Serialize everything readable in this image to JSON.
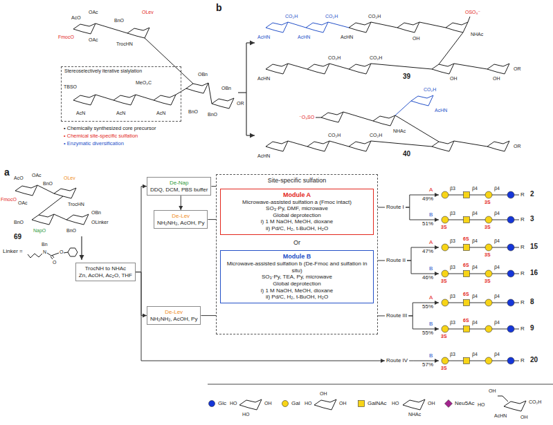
{
  "diagram": {
    "nodes": [
      {
        "text": [
          "Stereoselectively iterative sialylation"
        ]
      },
      {
        "text": [
          "TrocNH to NHAc",
          "Zn, AcOH, Ac₂O, THF"
        ]
      },
      {
        "text": [
          "De-Nap",
          "DDQ, DCM, PBS buffer"
        ]
      },
      {
        "text": [
          "De-Lev",
          "NH₂NH₂, AcOH, Py"
        ]
      },
      {
        "text": [
          "De-Lev",
          "NH₂NH₂, AcOH, Py"
        ]
      },
      {
        "text": [
          "Site-specific sulfation",
          "Or"
        ]
      },
      {
        "text": [
          "Module A",
          "Microwave-assisted sulfation a (Fmoc intact)",
          "SO₃·Py, DMF, microwave",
          "Global deprotection",
          "i) 1 M NaOH, MeOH, dioxane",
          "ii) Pd/C, H₂, t-BuOH, H₂O"
        ],
        "in": 5
      },
      {
        "text": [
          "Module B",
          "Microwave-assisted sulfation b (De-Fmoc and sulfation in situ)",
          "SO₃·Py, TEA, Py, microwave",
          "Global deprotection",
          "i) 1 M NaOH, MeOH, dioxane",
          "ii) Pd/C, H₂, t-BuOH, H₂O"
        ],
        "in": 5
      },
      {
        "text": [
          "Route I"
        ]
      },
      {
        "text": [
          "Route II"
        ]
      },
      {
        "text": [
          "Route III"
        ]
      },
      {
        "text": [
          "Route IV"
        ]
      },
      {
        "text": [
          "β3",
          "β4",
          "β4",
          "R",
          "3S",
          "2"
        ]
      },
      {
        "text": [
          "β3",
          "β4",
          "β4",
          "R",
          "3S",
          "3S",
          "3"
        ]
      },
      {
        "text": [
          "β3",
          "6S",
          "β4",
          "β4",
          "R",
          "3S",
          "15"
        ]
      },
      {
        "text": [
          "β3",
          "6S",
          "β4",
          "β4",
          "R",
          "3S",
          "3S",
          "16"
        ]
      },
      {
        "text": [
          "β3",
          "6S",
          "β4",
          "β4",
          "R",
          "8"
        ]
      },
      {
        "text": [
          "β3",
          "6S",
          "β4",
          "β4",
          "R",
          "3S",
          "9"
        ]
      },
      {
        "text": [
          "β3",
          "β4",
          "β4",
          "R",
          "3S",
          "20"
        ]
      }
    ],
    "edges": [
      {
        "from": 1,
        "to": 2,
        "arrow": "to"
      },
      {
        "from": 1,
        "to": 4,
        "arrow": "to"
      },
      {
        "from": 1,
        "to": 11,
        "arrow": "to"
      },
      {
        "from": 2,
        "to": 3,
        "arrow": "to"
      },
      {
        "from": 2,
        "to": 5,
        "arrow": "none"
      },
      {
        "from": 3,
        "to": 5,
        "arrow": "none"
      },
      {
        "from": 4,
        "to": 5,
        "arrow": "none"
      },
      {
        "from": 5,
        "to": 8,
        "arrow": "none"
      },
      {
        "from": 5,
        "to": 9,
        "arrow": "none"
      },
      {
        "from": 5,
        "to": 10,
        "arrow": "none"
      },
      {
        "from": 8,
        "to": 12,
        "label": "A",
        "arrow": "to"
      },
      {
        "from": 8,
        "to": 13,
        "label": "B",
        "arrow": "to"
      },
      {
        "from": 9,
        "to": 14,
        "label": "A",
        "arrow": "to"
      },
      {
        "from": 9,
        "to": 15,
        "label": "B",
        "arrow": "to"
      },
      {
        "from": 10,
        "to": 16,
        "label": "A",
        "arrow": "to"
      },
      {
        "from": 10,
        "to": 17,
        "label": "B",
        "arrow": "to"
      },
      {
        "from": 11,
        "to": 18,
        "label": "B",
        "arrow": "to"
      }
    ],
    "labels": [
      "b",
      "AcO",
      "OAc",
      "BnO",
      "OLev",
      "FmocO",
      "OAc",
      "TrocHN",
      "TBSO",
      "MeO₂C",
      "AcN",
      "AcN",
      "AcN",
      "OBn",
      "OBn",
      "BnO",
      "BnO",
      "OR",
      "• Chemically synthesized core precursor",
      "• Chemical site-specific sulfation",
      "• Enzymatic diversification",
      "CO₂H",
      "CO₂H",
      "CO₂H",
      "AcHN",
      "AcHN",
      "AcHN",
      "OSO₃⁻",
      "NHAc",
      "OH",
      "AcHN",
      "CO₂H",
      "CO₂H",
      "OH",
      "OH",
      "OR",
      "39",
      "CO₂H",
      "AcHN",
      "⁻O₃SO",
      "NHAc",
      "AcHN",
      "CO₂H",
      "CO₂H",
      "OR",
      "40",
      "a",
      "AcO",
      "OAc",
      "OLev",
      "BnO",
      "FmocO",
      "OAc",
      "TrocHN",
      "OBn",
      "BnO",
      "NapO",
      "BnO",
      "OLinker",
      "69",
      "Linker =",
      "Bn",
      "N",
      "O",
      "O",
      "49%",
      "51%",
      "47%",
      "46%",
      "55%",
      "55%",
      "57%",
      "HO",
      "OH",
      "HO",
      "HO",
      "OH",
      "OH",
      "HO",
      "OH",
      "NHAc",
      "OH",
      "HO",
      "AcHN",
      "CO₂H",
      "OH"
    ],
    "legend": [
      {
        "text": "Glc",
        "color": "#1536d8"
      },
      {
        "text": "Gal",
        "color": "#f7d417"
      },
      {
        "text": "GalNAc",
        "color": "#f7d417"
      },
      {
        "text": "Neu5Ac",
        "color": "#a3238e"
      }
    ]
  }
}
